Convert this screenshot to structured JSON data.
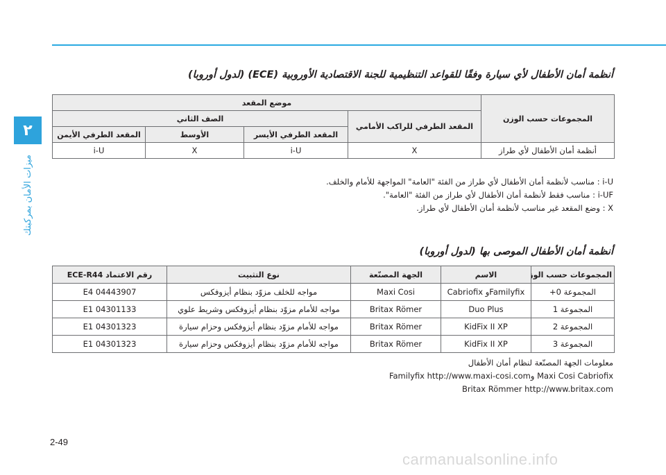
{
  "chapter": {
    "tab": "٢",
    "label": "ميزات الأمان بمركبتك"
  },
  "heading1": "أنظمة أمان الأطفال لأي سيارة وفقًا للقواعد التنظيمية للجنة الاقتصادية الأوروبية (ECE) (لدول أوروبا)",
  "table1": {
    "h_group": "المجموعات حسب الوزن",
    "h_position": "موضع المقعد",
    "h_front": "المقعد الطرفي للراكب الأمامي",
    "h_second_row": "الصف الثاني",
    "h_left": "المقعد الطرفي الأيسر",
    "h_middle": "الأوسط",
    "h_right": "المقعد الطرفي الأيمن",
    "row_label": "أنظمة أمان الأطفال لأي طراز",
    "c_front": "X",
    "c_left": "i-U",
    "c_middle": "X",
    "c_right": "i-U"
  },
  "notes1": [
    "i-U :  مناسب لأنظمة أمان الأطفال لأي طراز من الفئة \"العامة\" المواجهة للأمام والخلف.",
    "i-UF : مناسب فقط لأنظمة أمان الأطفال لأي طراز من الفئة \"العامة\".",
    "X : وضع المقعد غير مناسب لأنظمة أمان الأطفال لأي طراز."
  ],
  "heading2": "أنظمة أمان الأطفال الموصى بها (لدول أوروبا)",
  "table2": {
    "headers": [
      "المجموعات حسب الوزن",
      "الاسم",
      "الجهة المصنّعة",
      "نوع التثبيت",
      "رقم الاعتماد ECE-R44"
    ],
    "rows": [
      [
        "المجموعة 0+",
        "Familyfixو Cabriofix",
        "Maxi Cosi",
        "مواجه للخلف مزوّد بنظام أيزوفكس",
        "E4 04443907"
      ],
      [
        "المجموعة 1",
        "Duo Plus",
        "Britax Römer",
        "مواجه للأمام مزوّد بنظام أيزوفكس وشريط علوي",
        "E1 04301133"
      ],
      [
        "المجموعة 2",
        "KidFix II XP",
        "Britax Römer",
        "مواجه للأمام مزوّد بنظام أيزوفكس وحزام سيارة",
        "E1 04301323"
      ],
      [
        "المجموعة 3",
        "KidFix II XP",
        "Britax Römer",
        "مواجه للأمام مزوّد بنظام أيزوفكس وحزام سيارة",
        "E1 04301323"
      ]
    ]
  },
  "notes2": [
    "معلومات الجهة المصنّعة لنظام أمان الأطفال",
    "Maxi Cosi Cabriofix وFamilyfix http://www.maxi-cosi.com",
    "Britax Römmer http://www.britax.com"
  ],
  "page_number": "2-49",
  "watermark": "carmanualsonline.info"
}
